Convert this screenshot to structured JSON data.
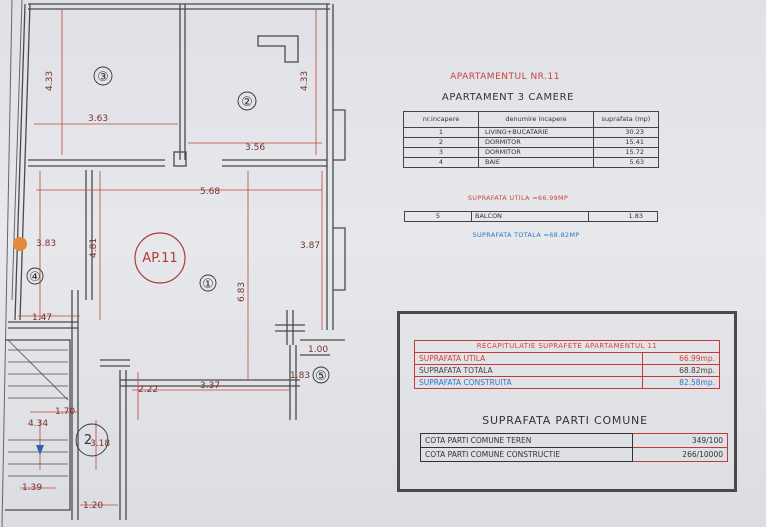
{
  "plan": {
    "dimensions": [
      "4.33",
      "4.33",
      "3.63",
      "3.56",
      "5.68",
      "3.83",
      "4.81",
      "3.87",
      "6.83",
      "1.47",
      "1.00",
      "1.83",
      "2.22",
      "3.37",
      "1.70",
      "4.34",
      "3.18",
      "1.39",
      "1.20"
    ],
    "room_numbers": [
      "③",
      "②",
      "①",
      "④",
      "⑤",
      "2"
    ],
    "apartment_label": "AP.11"
  },
  "apartment": {
    "title": "APARTAMENTUL NR.11",
    "subtitle": "APARTAMENT 3 CAMERE",
    "table_headers": [
      "nr.incapere",
      "denumire incapere",
      "suprafata (mp)"
    ],
    "rooms": [
      {
        "nr": "1",
        "name": "LIVING+BUCATARIE",
        "area": "30.23"
      },
      {
        "nr": "2",
        "name": "DORMITOR",
        "area": "15.41"
      },
      {
        "nr": "3",
        "name": "DORMITOR",
        "area": "15.72"
      },
      {
        "nr": "4",
        "name": "BAIE",
        "area": "5.63"
      }
    ],
    "util_line": "SUPRAFATA UTILA =66.99MP",
    "balcony": {
      "nr": "5",
      "name": "BALCON",
      "area": "1.83"
    },
    "total_line": "SUPRAFATA TOTALA =68.82MP"
  },
  "recap": {
    "header": "RECAPITULATIE SUPRAFETE APARTAMENTUL 11",
    "rows": [
      {
        "label": "SUPRAFATA UTILA",
        "value": "66.99mp.",
        "color": "#d0443c"
      },
      {
        "label": "SUPRAFATA TOTALA",
        "value": "68.82mp.",
        "color": "#444444"
      },
      {
        "label": "SUPRAFATA CONSTRUITA",
        "value": "82.58mp.",
        "color": "#2f78c4"
      }
    ]
  },
  "parti": {
    "title": "SUPRAFATA PARTI COMUNE",
    "rows": [
      {
        "label": "COTA PARTI COMUNE TEREN",
        "value": "349/100"
      },
      {
        "label": "COTA PARTI COMUNE CONSTRUCTIE",
        "value": "266/10000"
      }
    ]
  },
  "colors": {
    "wall": "#4a4a4a",
    "dimension": "#c0443c",
    "accent_red": "#d0443c",
    "accent_blue": "#2f78c4"
  }
}
